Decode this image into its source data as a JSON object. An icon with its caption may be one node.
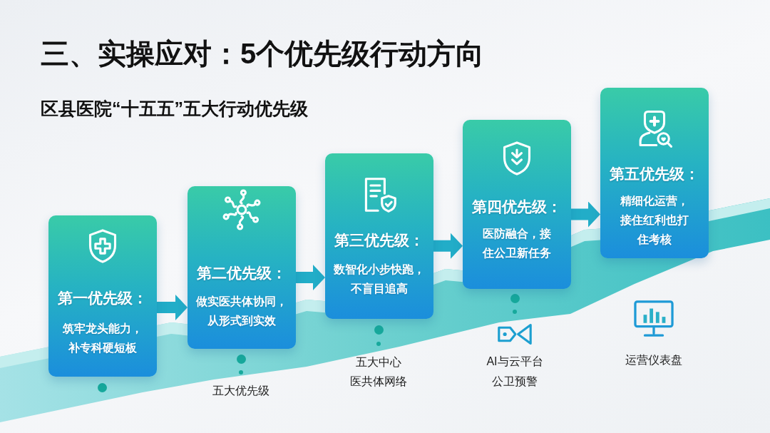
{
  "diagram": {
    "title": "三、实操应对：5个优先级行动方向",
    "nodes": [
      {
        "text": [
          "第一优先级：",
          "筑牢龙头能力，补专科硬短板"
        ]
      },
      {
        "text": [
          "第二优先级：",
          "做实医共体协同，从形式到实效"
        ]
      },
      {
        "text": [
          "第三优先级：",
          "数智化小步快跑，不盲目追高"
        ]
      },
      {
        "text": [
          "第四优先级：",
          "医防融合，接住公卫新任务"
        ]
      },
      {
        "text": [
          "第五优先级：",
          "精细化运营，接住红利也打住考核"
        ]
      }
    ],
    "edges": [
      {
        "from": 0,
        "to": 1,
        "arrow": "to"
      },
      {
        "from": 1,
        "to": 2,
        "arrow": "to"
      },
      {
        "from": 2,
        "to": 3,
        "arrow": "to"
      },
      {
        "from": 3,
        "to": 4,
        "arrow": "to"
      }
    ],
    "labels": [
      "区县医院“十五五”五大行动优先级",
      "五大优先级",
      "五大中心",
      "医共体网络",
      "AI与云平台",
      "公卫预警",
      "运营仪表盘"
    ]
  }
}
